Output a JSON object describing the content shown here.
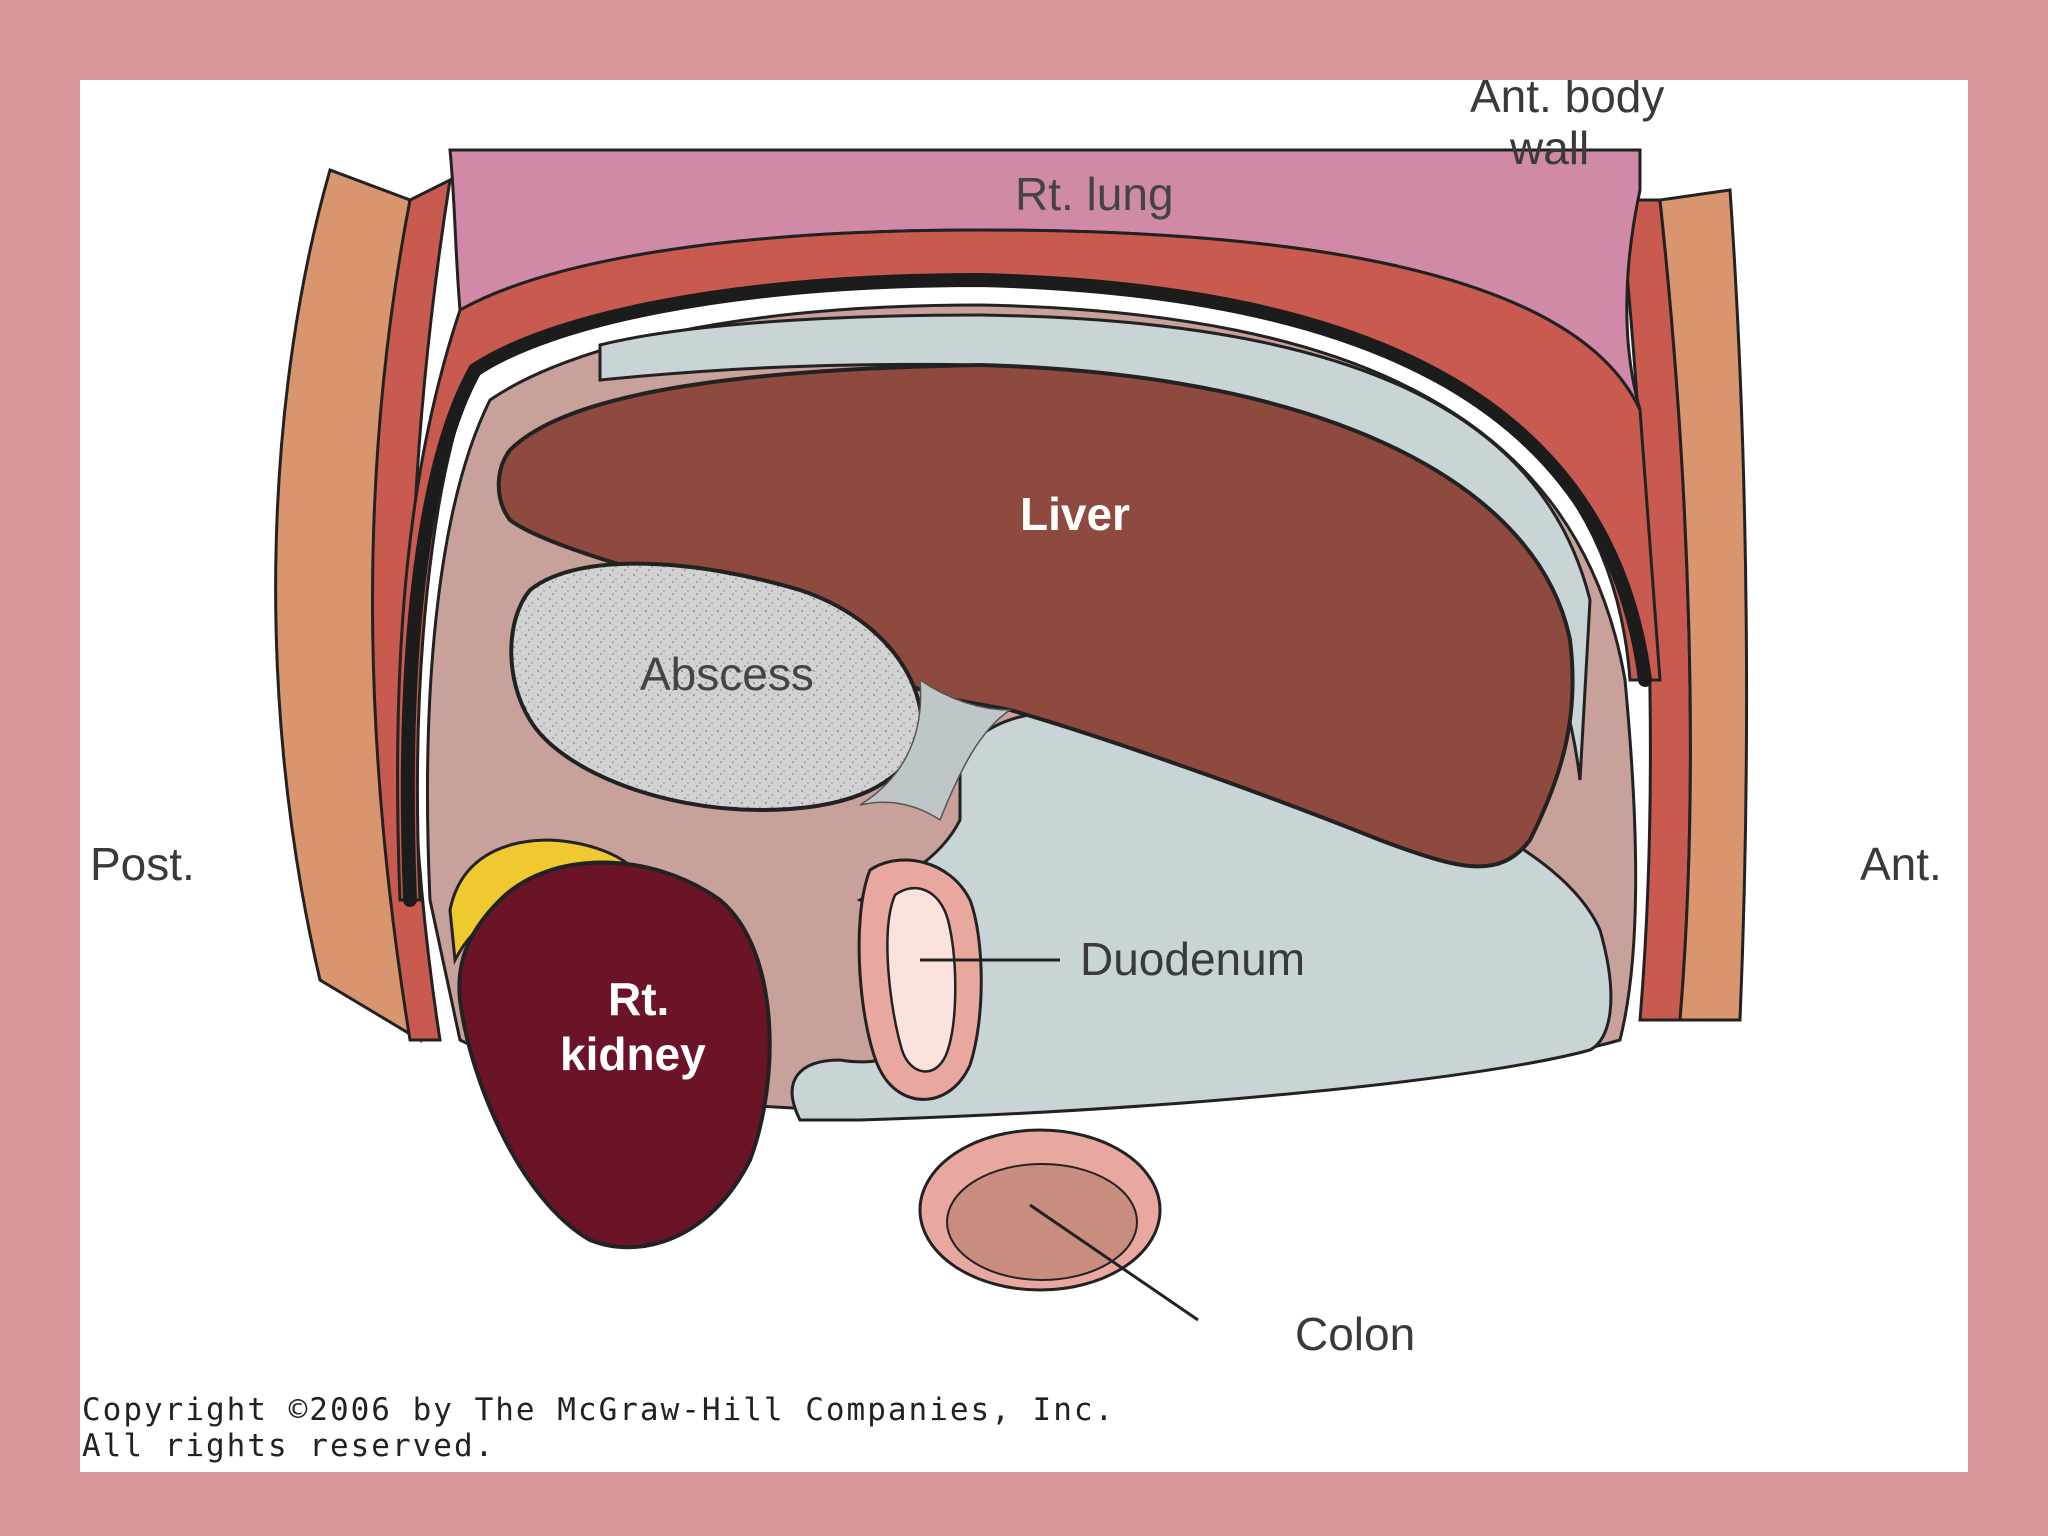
{
  "figure": {
    "labels": {
      "ant_body_wall_line1": "Ant. body",
      "ant_body_wall_line2": "wall",
      "rt_lung": "Rt. lung",
      "liver": "Liver",
      "abscess": "Abscess",
      "post": "Post.",
      "ant": "Ant.",
      "duodenum": "Duodenum",
      "rt_kidney_line1": "Rt.",
      "rt_kidney_line2": "kidney",
      "colon": "Colon"
    },
    "copyright_line1": "Copyright ©2006 by The McGraw-Hill Companies, Inc.",
    "copyright_line2": "All rights reserved."
  },
  "colors": {
    "frame": "#d9979a",
    "lung": "#d08aa8",
    "muscle": "#c85a50",
    "skin": "#d9956e",
    "diaphragm": "#1c1c1c",
    "peritoneum": "#c8a19a",
    "liver": "#8e4a3e",
    "abscess": "#cfcfcf",
    "kidney": "#6b1428",
    "fat": "#f0c830",
    "cavity": "#c9d4d6",
    "duodenum": "#e8a8a0",
    "colon": "#c98d80"
  }
}
